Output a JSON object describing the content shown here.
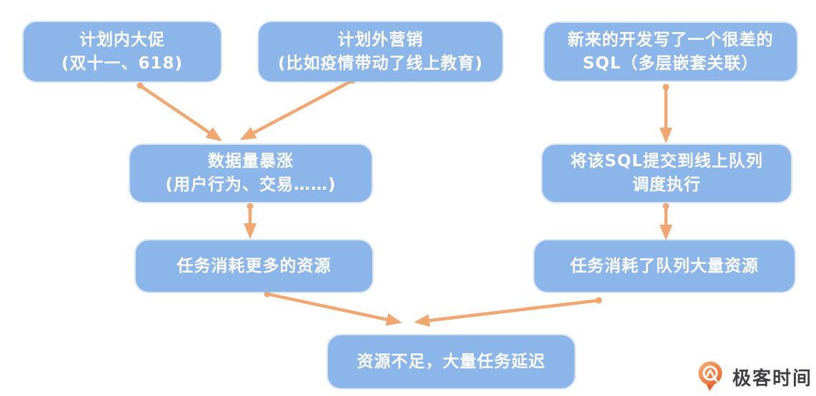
{
  "diagram": {
    "description": "flowchart of causes leading to resource shortage and delayed tasks",
    "nodes": {
      "planned_promo": {
        "line1": "计划内大促",
        "line2": "(双十一、618)"
      },
      "unplanned_marketing": {
        "line1": "计划外营销",
        "line2": "(比如疫情带动了线上教育)"
      },
      "bad_sql": {
        "line1": "新来的开发写了一个很差的",
        "line2": "SQL（多层嵌套关联）"
      },
      "data_surge": {
        "line1": "数据量暴涨",
        "line2": "(用户行为、交易……)"
      },
      "submit_sql": {
        "line1": "将该SQL提交到线上队列",
        "line2": "调度执行"
      },
      "more_resources": {
        "line1": "任务消耗更多的资源"
      },
      "queue_resources": {
        "line1": "任务消耗了队列大量资源"
      },
      "delayed_tasks": {
        "line1": "资源不足，大量任务延迟"
      }
    },
    "edges": [
      {
        "from": "planned_promo",
        "to": "data_surge"
      },
      {
        "from": "unplanned_marketing",
        "to": "data_surge"
      },
      {
        "from": "bad_sql",
        "to": "submit_sql"
      },
      {
        "from": "data_surge",
        "to": "more_resources"
      },
      {
        "from": "submit_sql",
        "to": "queue_resources"
      },
      {
        "from": "more_resources",
        "to": "delayed_tasks"
      },
      {
        "from": "queue_resources",
        "to": "delayed_tasks"
      }
    ]
  },
  "logo": {
    "text": "极客时间"
  },
  "colors": {
    "box_blue": "#8CB5EA",
    "arrow_orange": "#F2A770",
    "logo_grad_1": "#F9B276",
    "logo_grad_2": "#E85F28",
    "logo_text": "#3F4043",
    "node_text": "#FFFFFF",
    "bg": "#FFFFFF"
  }
}
